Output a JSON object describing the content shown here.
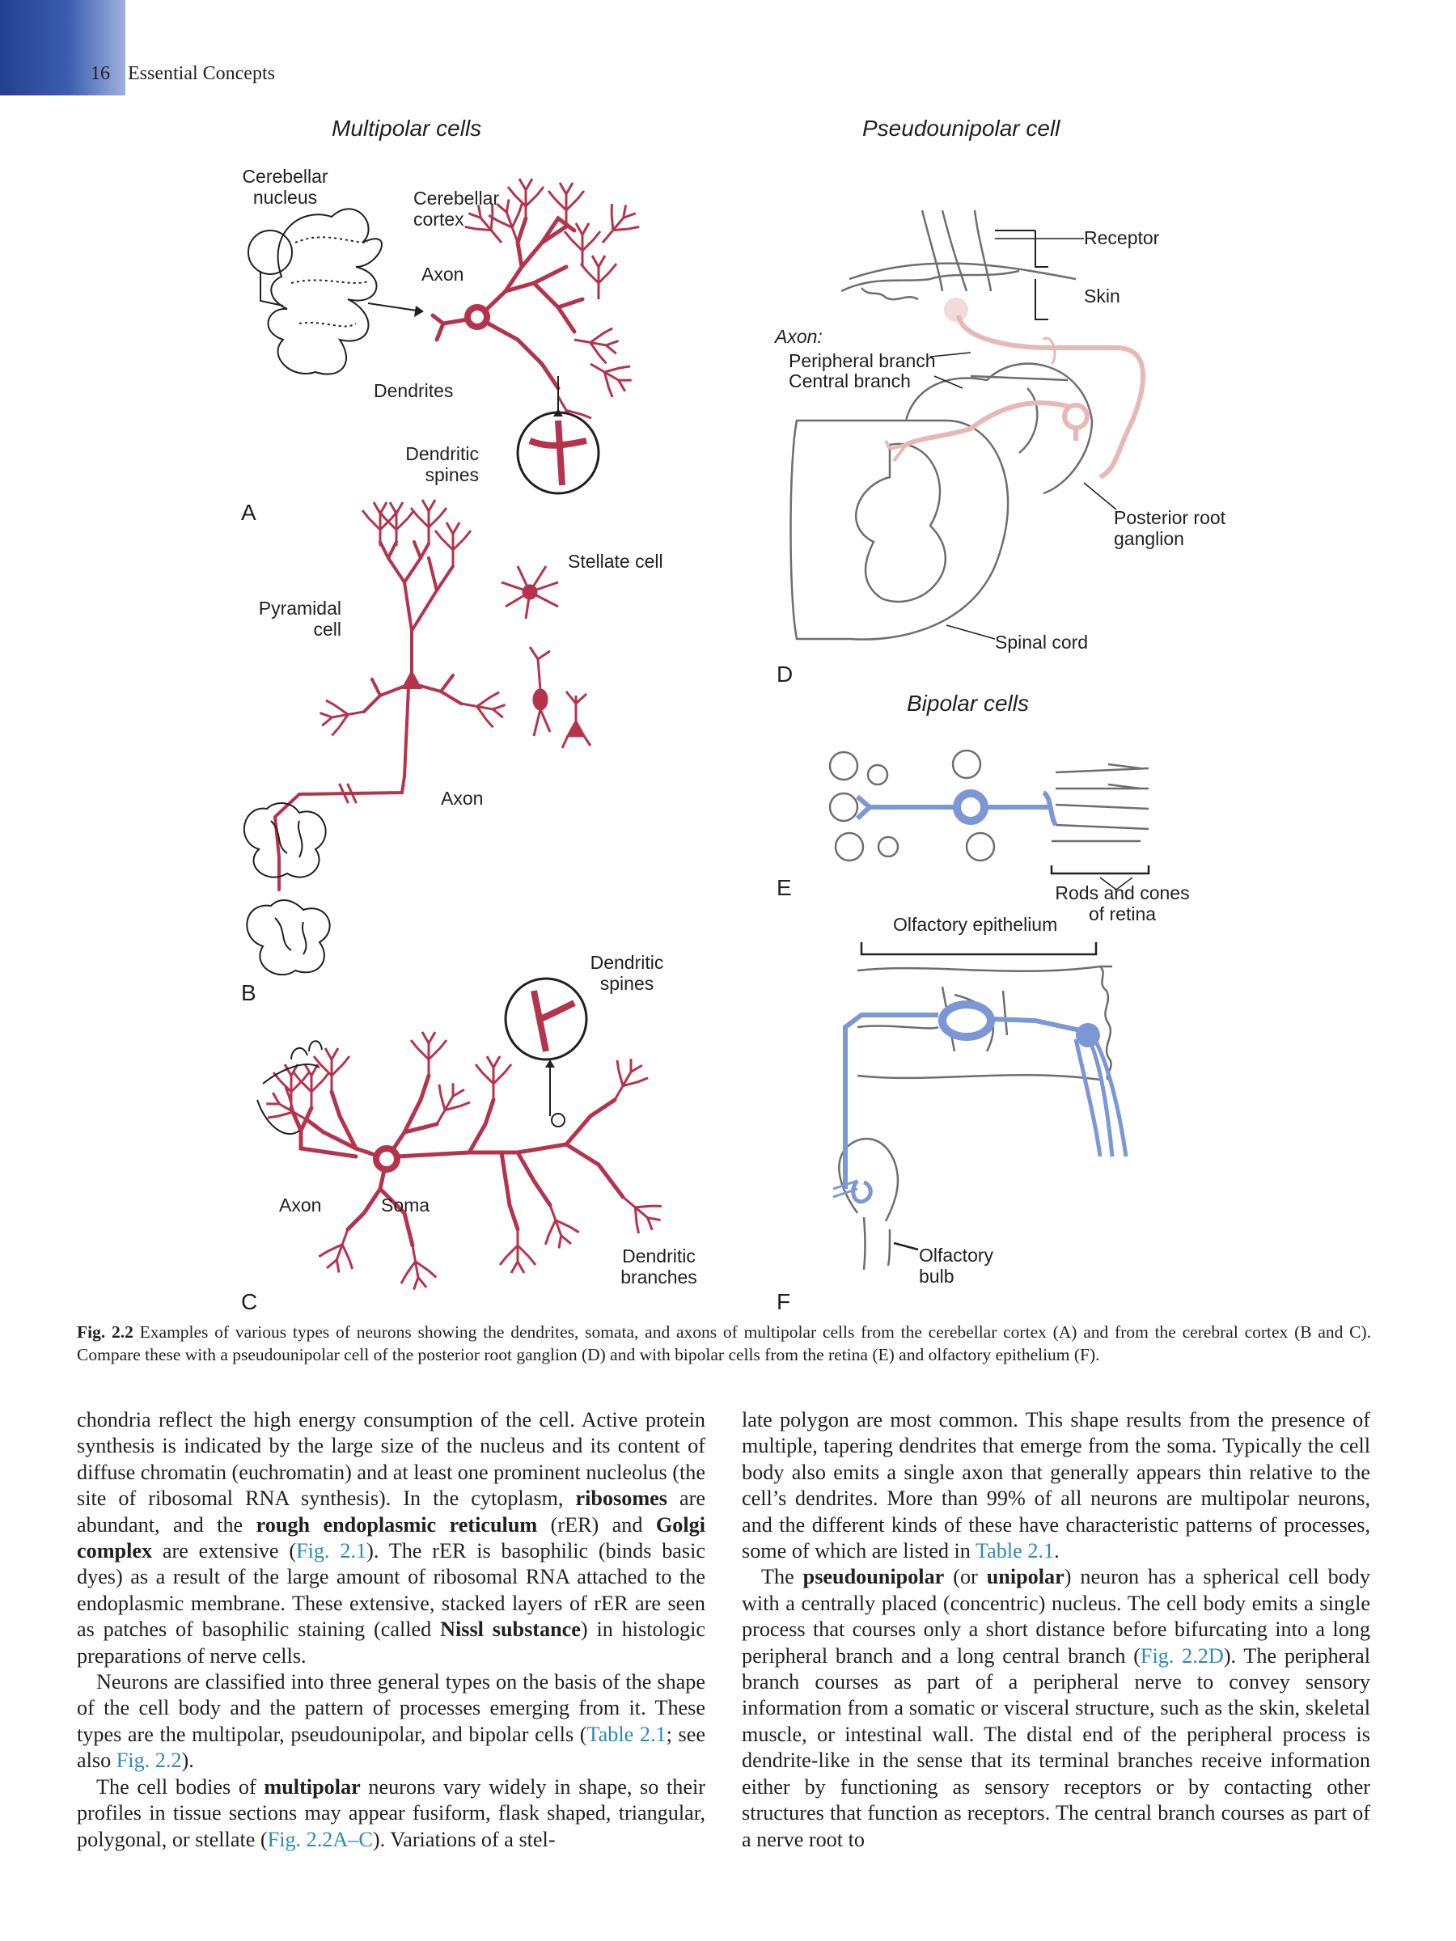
{
  "header": {
    "page_number": "16",
    "running_title": "Essential Concepts"
  },
  "figure": {
    "titles": {
      "multipolar": "Multipolar cells",
      "pseudounipolar": "Pseudounipolar cell",
      "bipolar": "Bipolar cells"
    },
    "panels": {
      "a": "A",
      "b": "B",
      "c": "C",
      "d": "D",
      "e": "E",
      "f": "F"
    },
    "labels": {
      "cerebellar_nucleus": "Cerebellar\nnucleus",
      "cerebellar_cortex": "Cerebellar\ncortex",
      "axon_a": "Axon",
      "dendrites": "Dendrites",
      "dendritic_spines_a": "Dendritic\nspines",
      "stellate_cell": "Stellate cell",
      "pyramidal_cell": "Pyramidal\ncell",
      "axon_b": "Axon",
      "dendritic_spines_c": "Dendritic\nspines",
      "axon_c": "Axon",
      "soma": "Soma",
      "dendritic_branches": "Dendritic\nbranches",
      "receptor": "Receptor",
      "skin": "Skin",
      "axon_d": "Axon:",
      "peripheral_branch": "Peripheral branch",
      "central_branch": "Central branch",
      "posterior_root_ganglion": "Posterior root\nganglion",
      "spinal_cord": "Spinal cord",
      "rods_and_cones": "Rods and cones\nof retina",
      "olfactory_epithelium": "Olfactory epithelium",
      "olfactory_bulb": "Olfactory\nbulb"
    },
    "caption_label": "Fig. 2.2",
    "caption_text": "Examples of various types of neurons showing the dendrites, somata, and axons of multipolar cells from the cerebellar cortex (A) and from the cerebral cortex (B and C). Compare these with a pseudounipolar cell of the posterior root ganglion (D) and with bipolar cells from the retina (E) and olfactory epithelium (F).",
    "colors": {
      "neuron_red": "#b5334d",
      "sensory_pink": "#e8b8b4",
      "bipolar_blue": "#7c97d6",
      "outline_gray": "#6d6e71"
    }
  },
  "body": {
    "left": [
      [
        "chondria reflect the high energy consumption of the cell. Active protein synthesis is indicated by the large size of the nucleus and its content of diffuse chromatin (euchromatin) and at least one prominent nucleolus (the site of ribosomal RNA synthesis). In the cytoplasm, ",
        "ribosomes",
        " are abundant, and the ",
        "rough endoplasmic reticulum",
        " (rER) and ",
        "Golgi complex",
        " are extensive (",
        "Fig. 2.1",
        "). The rER is basophilic (binds basic dyes) as a result of the large amount of ribosomal RNA attached to the endoplasmic membrane. These extensive, stacked layers of rER are seen as patches of basophilic staining (called ",
        "Nissl substance",
        ") in histologic preparations of nerve cells."
      ],
      [
        "Neurons are classified into three general types on the basis of the shape of the cell body and the pattern of processes emerging from it. These types are the multipolar, pseudounipolar, and bipolar cells (",
        "Table 2.1",
        "; see also ",
        "Fig. 2.2",
        ")."
      ],
      [
        "The cell bodies of ",
        "multipolar",
        " neurons vary widely in shape, so their profiles in tissue sections may appear fusiform, flask shaped, triangular, polygonal, or stellate (",
        "Fig. 2.2A–C",
        "). Variations of a stel-"
      ]
    ],
    "right": [
      [
        "late polygon are most common. This shape results from the presence of multiple, tapering dendrites that emerge from the soma. Typically the cell body also emits a single axon that generally appears thin relative to the cell’s dendrites. More than 99% of all neurons are multipolar neurons, and the different kinds of these have characteristic patterns of processes, some of which are listed in ",
        "Table 2.1",
        "."
      ],
      [
        "The ",
        "pseudounipolar",
        " (or ",
        "unipolar",
        ") neuron has a spherical cell body with a centrally placed (concentric) nucleus. The cell body emits a single process that courses only a short distance before bifurcating into a long peripheral branch and a long central branch (",
        "Fig. 2.2D",
        "). The peripheral branch courses as part of a peripheral nerve to convey sensory information from a somatic or visceral structure, such as the skin, skeletal muscle, or intestinal wall. The distal end of the peripheral process is dendrite-like in the sense that its terminal branches receive information either by functioning as sensory receptors or by contacting other structures that function as receptors. The central branch courses as part of a nerve root to"
      ]
    ]
  }
}
